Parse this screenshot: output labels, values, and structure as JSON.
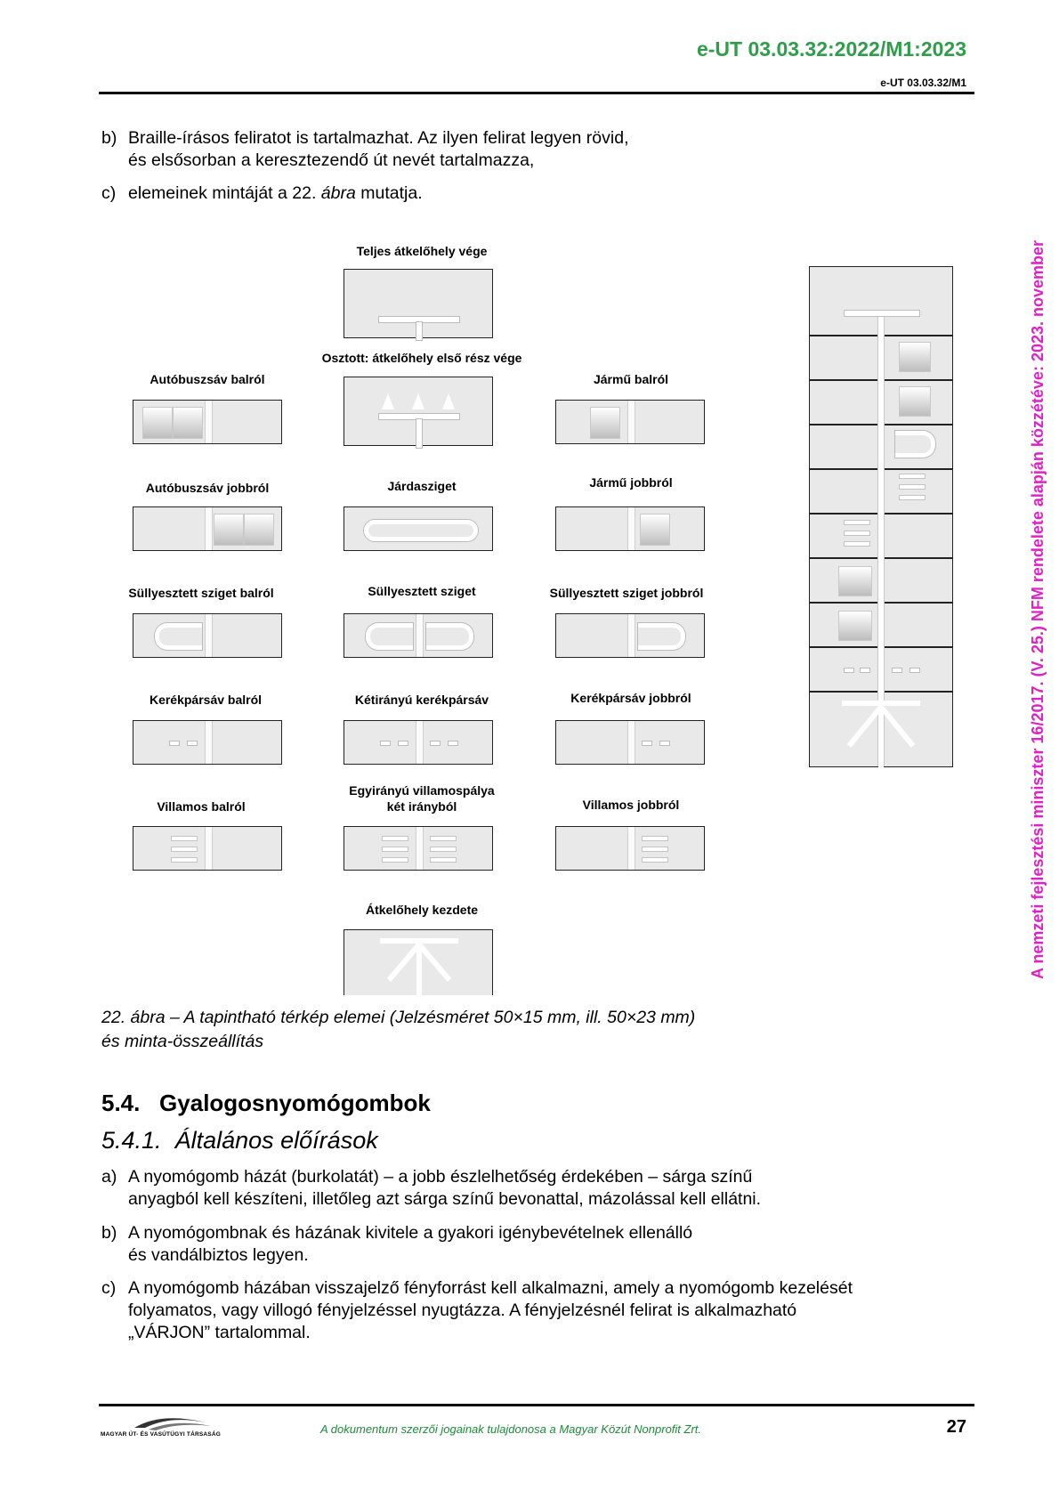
{
  "header": {
    "doc_code": "e-UT 03.03.32:2022/M1:2023",
    "doc_sub": "e-UT 03.03.32/M1"
  },
  "side_note": "A nemzeti fejlesztési miniszter 16/2017. (V. 25.) NFM rendelete alapján közzétéve: 2023. november",
  "list_top": [
    {
      "label": "b)",
      "lines": [
        "Braille-írásos feliratot is tartalmazhat. Az ilyen felirat legyen rövid,",
        "és elsősorban a keresztezendő út nevét tartalmazza,"
      ]
    },
    {
      "label": "c)",
      "text_before": "elemeinek mintáját a 22. ",
      "text_italic": "ábra",
      "text_after": " mutatja."
    }
  ],
  "figure": {
    "labels": {
      "teljes_vege": "Teljes átkelőhely vége",
      "osztott": "Osztott: átkelőhely első rész vége",
      "busz_balrol": "Autóbuszsáv balról",
      "jarmu_balrol": "Jármű balról",
      "busz_jobbrol": "Autóbuszsáv jobbról",
      "jardasziget": "Járdasziget",
      "jarmu_jobbrol": "Jármű jobbról",
      "sully_balrol": "Süllyesztett sziget balról",
      "sully": "Süllyesztett sziget",
      "sully_jobbrol": "Süllyesztett sziget jobbról",
      "kerekpar_balrol": "Kerékpársáv balról",
      "ketiranyu": "Kétirányú kerékpársáv",
      "kerekpar_jobbrol": "Kerékpársáv jobbról",
      "villamos_balrol": "Villamos balról",
      "egyiranyu_1": "Egyirányú villamospálya",
      "egyiranyu_2": "két irányból",
      "villamos_jobbrol": "Villamos jobbról",
      "kezdete": "Átkelőhely kezdete"
    },
    "caption_lines": [
      "22. ábra – A tapintható térkép elemei (Jelzésméret 50×15 mm, ill. 50×23 mm)",
      "és minta-összeállítás"
    ]
  },
  "section": {
    "h2_num": "5.4.",
    "h2_title": "Gyalogosnyomógombok",
    "h3_num": "5.4.1.",
    "h3_title": "Általános előírások"
  },
  "list_bottom": [
    {
      "label": "a)",
      "lines": [
        "A nyomógomb házát (burkolatát) – a jobb észlelhetőség érdekében – sárga színű",
        "anyagból kell készíteni, illetőleg azt sárga színű bevonattal, mázolással kell ellátni."
      ]
    },
    {
      "label": "b)",
      "lines": [
        "A nyomógombnak és házának kivitele a gyakori igénybevételnek ellenálló",
        "és vandálbiztos legyen."
      ]
    },
    {
      "label": "c)",
      "lines": [
        "A nyomógomb házában visszajelző fényforrást kell alkalmazni, amely a nyomógomb kezelését",
        "folyamatos, vagy villogó fényjelzéssel nyugtázza. A fényjelzésnél felirat is alkalmazható",
        "„VÁRJON” tartalommal."
      ]
    }
  ],
  "footer": {
    "logo_text": "MAGYAR ÚT- ÉS VASÚTÜGYI TÁRSASÁG",
    "copyright": "A dokumentum szerzői jogainak tulajdonosa a Magyar Közút Nonprofit Zrt.",
    "page": "27"
  },
  "colors": {
    "header_green": "#2e9e4a",
    "side_magenta": "#e020c8"
  }
}
